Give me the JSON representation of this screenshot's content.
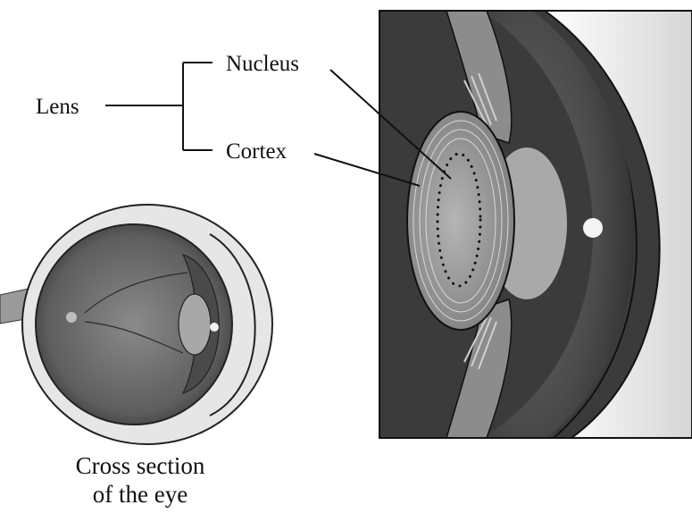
{
  "labels": {
    "lens": "Lens",
    "nucleus": "Nucleus",
    "cortex": "Cortex"
  },
  "caption": {
    "line1": "Cross section",
    "line2": "of the eye"
  },
  "colors": {
    "background": "#ffffff",
    "line": "#111111",
    "dark_panel": "#3a3a3a",
    "iris": "#555555",
    "cornea": "#f2f2f2",
    "lens": "#9a9a9a"
  }
}
